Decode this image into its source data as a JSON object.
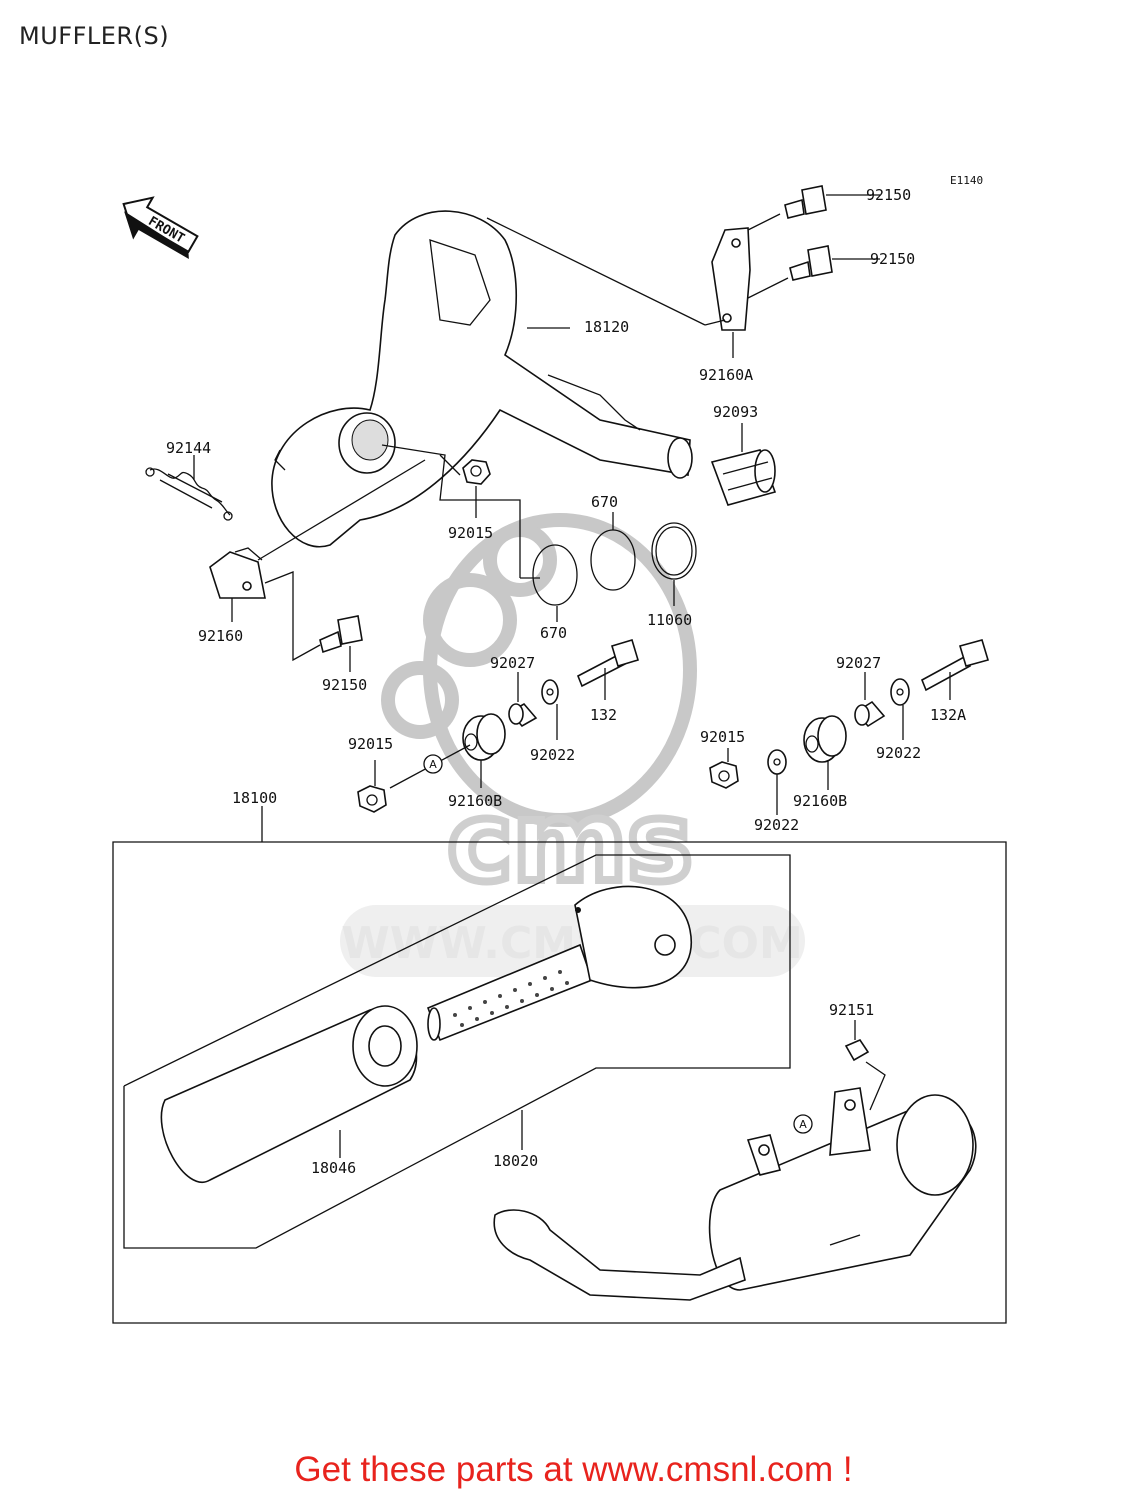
{
  "title": "MUFFLER(S)",
  "diagram_code": "E1140",
  "front_label": "FRONT",
  "watermark_url": "WWW.CMSNL.COM",
  "watermark_logo": "cms",
  "reference_marker": "A",
  "part_labels": {
    "p92150a": "92150",
    "p92150b": "92150",
    "p18120": "18120",
    "p92160A": "92160A",
    "p92093": "92093",
    "p92144": "92144",
    "p92015a": "92015",
    "p670a": "670",
    "p670b": "670",
    "p11060": "11060",
    "p92160": "92160",
    "p92150c": "92150",
    "p92027a": "92027",
    "p132": "132",
    "p92022a": "92022",
    "p92027b": "92027",
    "p132A": "132A",
    "p92022b": "92022",
    "p92015b": "92015",
    "p92160Ba": "92160B",
    "p92015c": "92015",
    "p92160Bb": "92160B",
    "p92022c": "92022",
    "p18100": "18100",
    "p92151": "92151",
    "p18046": "18046",
    "p18020": "18020"
  },
  "footer": "Get these parts at www.cmsnl.com !",
  "colors": {
    "footer": "#e8231d",
    "lines": "#111111",
    "watermark": "#c8c8c8"
  }
}
